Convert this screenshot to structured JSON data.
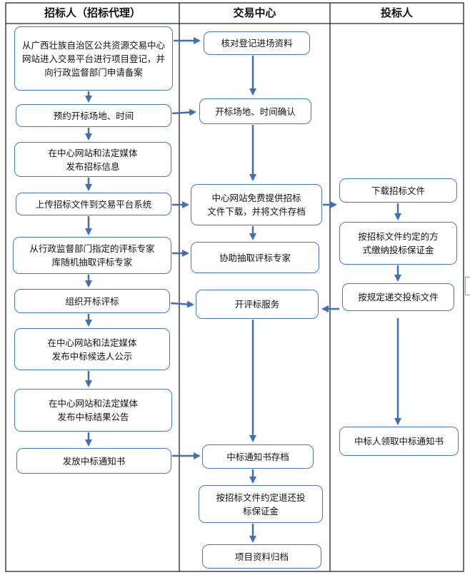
{
  "columns": {
    "tenderer": "招标人（招标代理）",
    "center": "交易中心",
    "bidder": "投标人"
  },
  "tenderer_steps": [
    "从广西壮族自治区公共资源交易中心网站进入交易平台进行项目登记，并向行政监督部门申请备案",
    "预约开标场地、时间",
    "在中心网站和法定媒体\n发布招标信息",
    "上传招标文件到交易平台系统",
    "从行政监督部门指定的评标专家\n库随机抽取评标专家",
    "组织开标评标",
    "在中心网站和法定媒体\n发布中标候选人公示",
    "在中心网站和法定媒体\n发布中标结果公告",
    "发放中标通知书"
  ],
  "center_steps": [
    "核对登记进场资料",
    "开标场地、时间确认",
    "中心网站免费提供招标\n文件下载，并将文件存档",
    "协助抽取评标专家",
    "开评标服务",
    "中标通知书存档",
    "按招标文件约定退还投\n标保证金",
    "项目资料归档"
  ],
  "bidder_steps": [
    "下载招标文件",
    "按招标文件约定的方\n式缴纳投标保证金",
    "按规定递交投标文件",
    "中标人领取中标通知书"
  ],
  "colors": {
    "arrow": "#3f6fb5",
    "box_border": "#4a7ab5",
    "frame": "#222222"
  }
}
